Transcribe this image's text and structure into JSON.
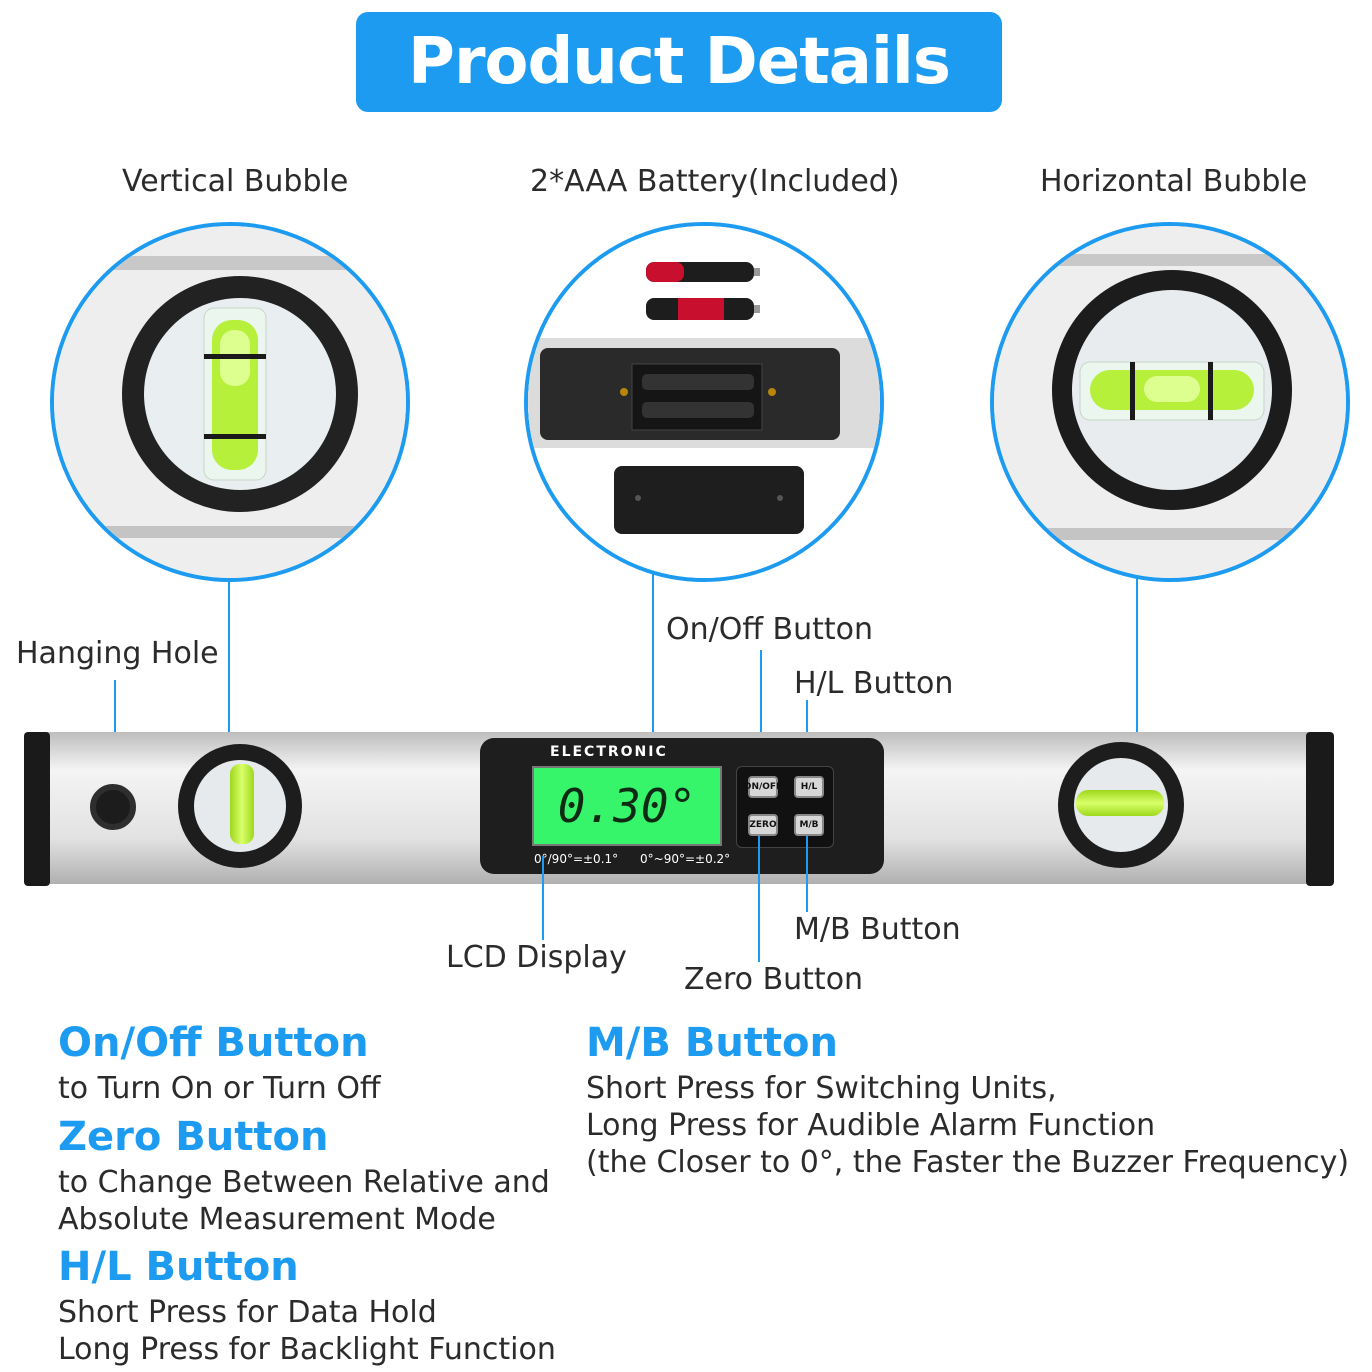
{
  "banner": {
    "title": "Product Details"
  },
  "captions": {
    "vertical_bubble": "Vertical Bubble",
    "battery": "2*AAA Battery(Included)",
    "horizontal_bubble": "Horizontal Bubble"
  },
  "callouts": {
    "hanging_hole": "Hanging Hole",
    "onoff": "On/Off Button",
    "hl": "H/L Button",
    "mb": "M/B Button",
    "lcd": "LCD Display",
    "zero": "Zero Button"
  },
  "device": {
    "brand_text": "ELECTRONIC",
    "lcd_reading": "0.30°",
    "accuracy_left": "0°/90°=±0.1°",
    "accuracy_right": "0°~90°=±0.2°",
    "btn_onoff": "ON/OFF",
    "btn_hl": "H/L",
    "btn_zero": "ZERO",
    "btn_mb": "M/B"
  },
  "features": {
    "onoff": {
      "title": "On/Off Button",
      "lines": [
        "to Turn On or Turn Off"
      ]
    },
    "zero": {
      "title": "Zero Button",
      "lines": [
        "to Change Between Relative and",
        "Absolute Measurement Mode"
      ]
    },
    "hl": {
      "title": "H/L Button",
      "lines": [
        "Short Press for Data Hold",
        "Long Press for Backlight Function"
      ]
    },
    "mb": {
      "title": "M/B Button",
      "lines": [
        "Short Press for Switching Units,",
        "Long Press for Audible Alarm Function",
        "(the Closer to 0°, the Faster the Buzzer Frequency)"
      ]
    }
  },
  "colors": {
    "accent": "#1d9bf0",
    "lcd_green": "#4cff7a",
    "bubble_green": "#b6f03a"
  }
}
